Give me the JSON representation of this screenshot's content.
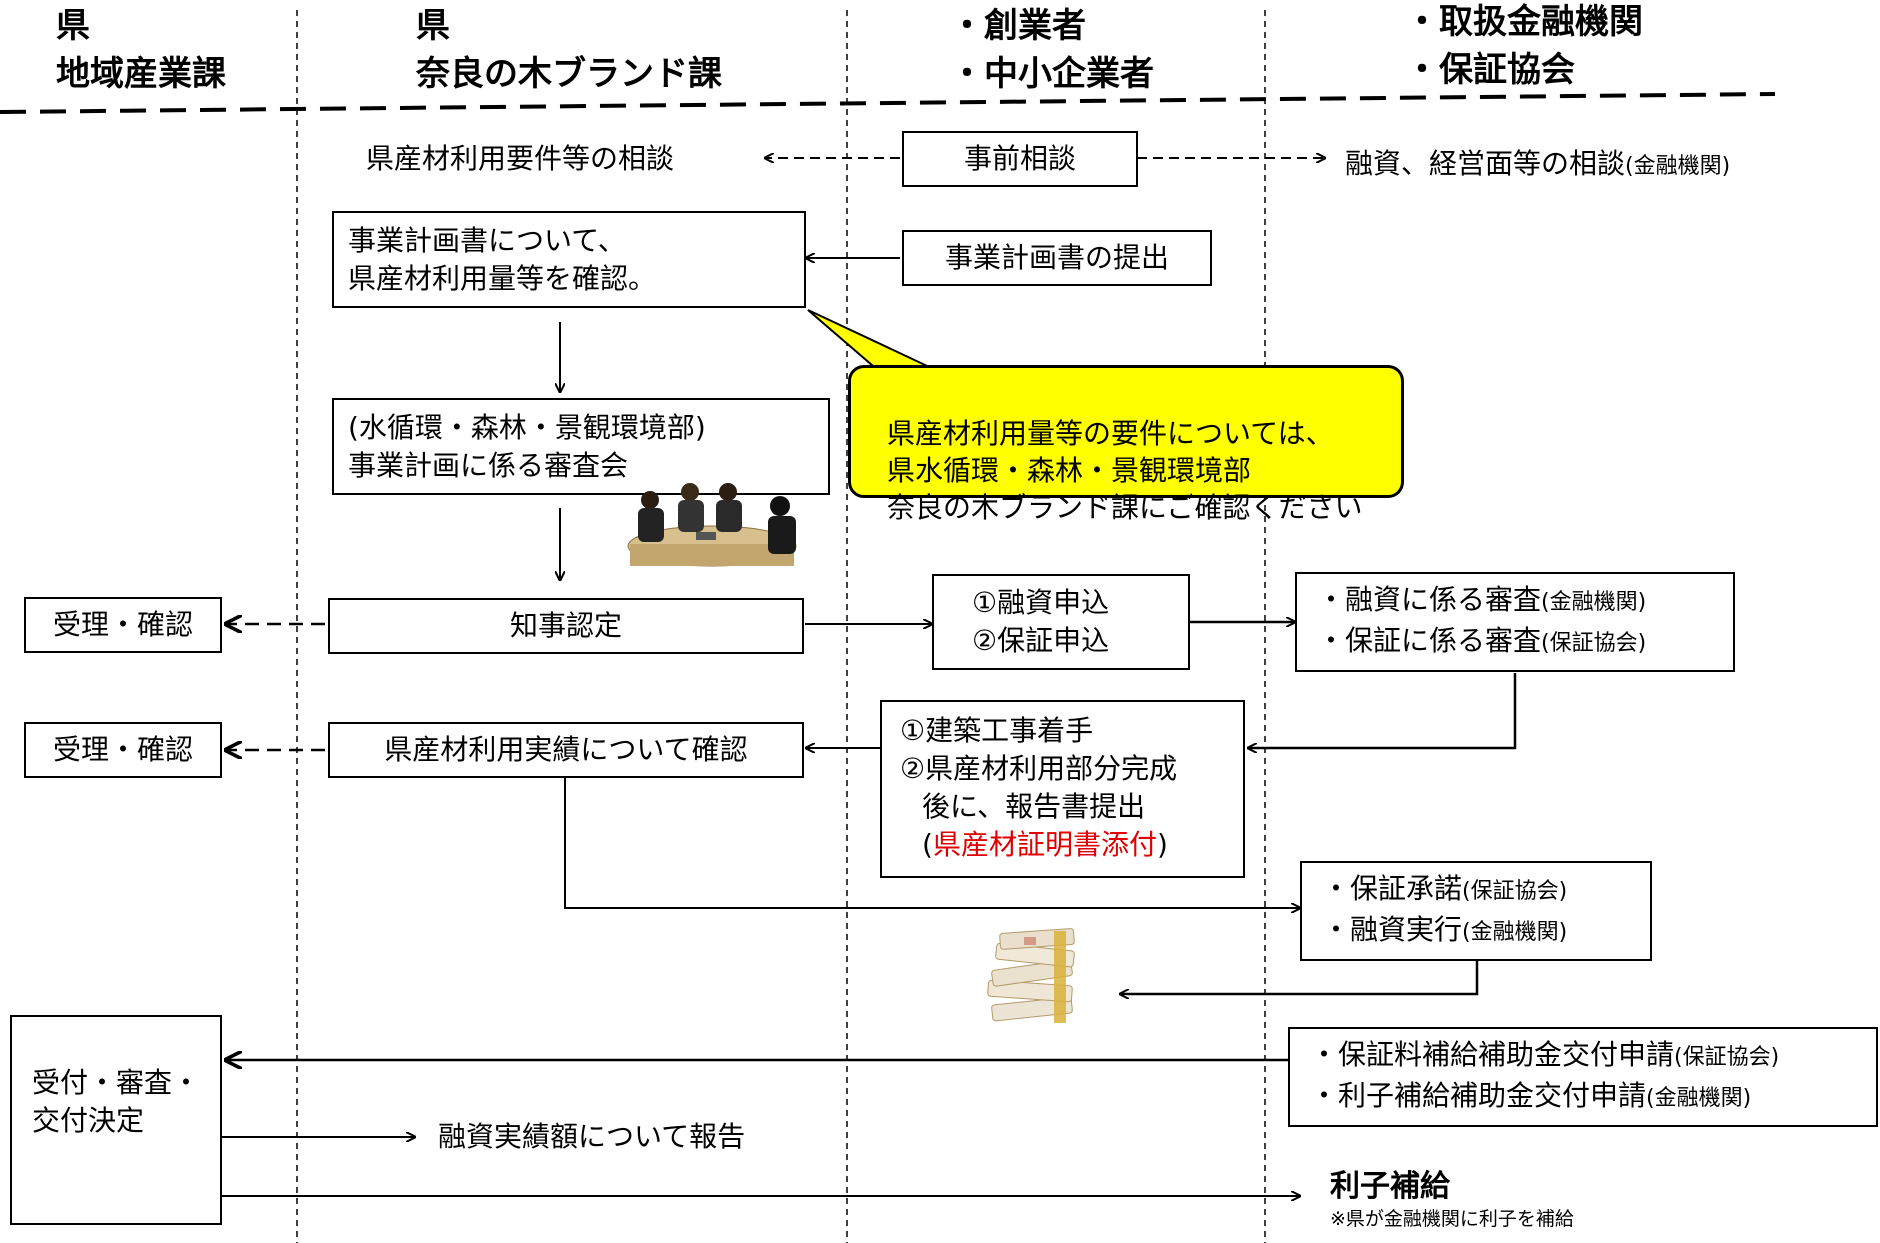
{
  "header": {
    "col1": "県\n地域産業課",
    "col2": "県\n奈良の木ブランド課",
    "col3": "・創業者\n・中小企業者",
    "col4": "・取扱金融機関\n・保証協会"
  },
  "row1": {
    "left_text": "県産材利用要件等の相談",
    "center_box": "事前相談",
    "right_text_main": "融資、経営面等の相談",
    "right_text_small": "(金融機関)"
  },
  "row2": {
    "confirm_box": "事業計画書について、\n県産材利用量等を確認。",
    "submit_box": "事業計画書の提出"
  },
  "callout": {
    "text": "県産材利用量等の要件については、\n県水循環・森林・景観環境部\n奈良の木ブランド課にご確認ください",
    "fill": "#ffff00"
  },
  "row3": {
    "review_box": "(水循環・森林・景観環境部)\n事業計画に係る審査会"
  },
  "row4": {
    "receipt_box": "受理・確認",
    "approval_box": "知事認定",
    "apply_line1": "①融資申込",
    "apply_line2": "②保証申込",
    "exam_line1_main": "・融資に係る審査",
    "exam_line1_small": "(金融機関)",
    "exam_line2_main": "・保証に係る審査",
    "exam_line2_small": "(保証協会)"
  },
  "row5": {
    "receipt_box": "受理・確認",
    "result_box": "県産材利用実績について確認",
    "report_line1": "①建築工事着手",
    "report_line2": "②県産材利用部分完成",
    "report_line3": "後に、報告書提出",
    "report_line4_open": "(",
    "report_line4_red": "県産材証明書添付",
    "report_line4_close": ")",
    "highlight_color": "#e00000"
  },
  "row6": {
    "guarantee_main": "・保証承諾",
    "guarantee_small": "(保証協会)",
    "loan_main": "・融資実行",
    "loan_small": "(金融機関)"
  },
  "row7": {
    "decision_box": "受付・審査・\n交付決定",
    "subsidy_line1_main": "・保証料補給補助金交付申請",
    "subsidy_line1_small": "(保証協会)",
    "subsidy_line2_main": "・利子補給補助金交付申請",
    "subsidy_line2_small": "(金融機関)",
    "report_text": "融資実績額について報告",
    "interest_title": "利子補給",
    "interest_note": "※県が金融機関に利子を補給"
  }
}
